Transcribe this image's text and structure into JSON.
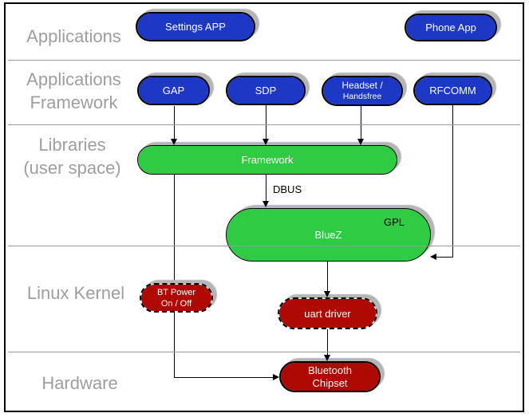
{
  "layers": {
    "applications": "Applications",
    "framework_line1": "Applications",
    "framework_line2": "Framework",
    "libraries_line1": "Libraries",
    "libraries_line2": "(user space)",
    "linux_kernel": "Linux Kernel",
    "hardware": "Hardware"
  },
  "nodes": {
    "settings_app": "Settings APP",
    "phone_app": "Phone App",
    "gap": "GAP",
    "sdp": "SDP",
    "headset_line1": "Headset /",
    "headset_line2": "Handsfree",
    "rfcomm": "RFCOMM",
    "framework": "Framework",
    "bluez": "BlueZ",
    "bluez_license": "GPL",
    "bt_power_line1": "BT Power",
    "bt_power_line2": "On / Off",
    "uart_driver": "uart driver",
    "chipset_line1": "Bluetooth",
    "chipset_line2": "Chipset"
  },
  "annotations": {
    "dbus": "DBUS"
  },
  "colors": {
    "app_node_blue": "#1d38c4",
    "library_node_green": "#2ecb43",
    "kernel_node_red": "#ae0a03",
    "layer_label_gray": "#9e9e9e",
    "separator_gray": "#9a9a9a",
    "shadow_gray": "#b5b5b5",
    "node_text": "#ffffff",
    "line_black": "#000000"
  }
}
